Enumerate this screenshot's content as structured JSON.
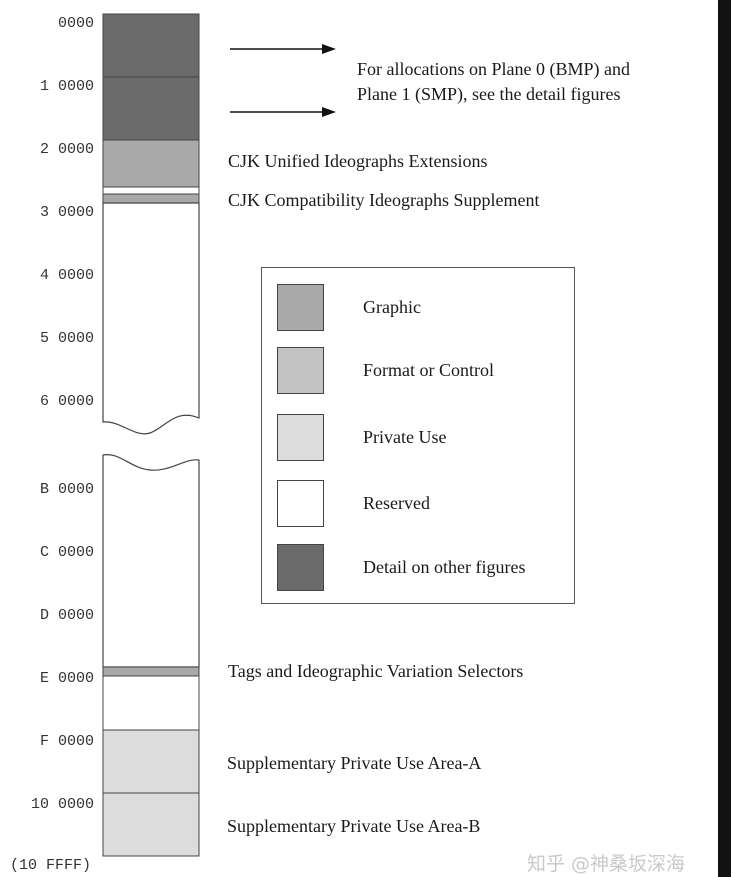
{
  "addresses": [
    "0000",
    "1 0000",
    "2 0000",
    "3 0000",
    "4 0000",
    "5 0000",
    "6 0000",
    "B 0000",
    "C 0000",
    "D 0000",
    "E 0000",
    "F 0000",
    "10 0000"
  ],
  "end_address": "(10 FFFF)",
  "note": {
    "line1": "For allocations on Plane 0 (BMP) and",
    "line2": "Plane 1 (SMP), see the detail figures"
  },
  "region_labels": {
    "cjk_ext": "CJK Unified Ideographs Extensions",
    "cjk_compat": "CJK Compatibility Ideographs Supplement",
    "tags": "Tags and Ideographic Variation Selectors",
    "spua_a": "Supplementary Private Use Area-A",
    "spua_b": "Supplementary Private Use Area-B"
  },
  "legend": [
    {
      "label": "Graphic",
      "color": "#a9a9a9"
    },
    {
      "label": "Format or Control",
      "color": "#c2c2c2"
    },
    {
      "label": "Private Use",
      "color": "#dcdcdc"
    },
    {
      "label": "Reserved",
      "color": "#ffffff"
    },
    {
      "label": "Detail on other figures",
      "color": "#6b6b6b"
    }
  ],
  "watermark": "知乎 @神桑坂深海"
}
